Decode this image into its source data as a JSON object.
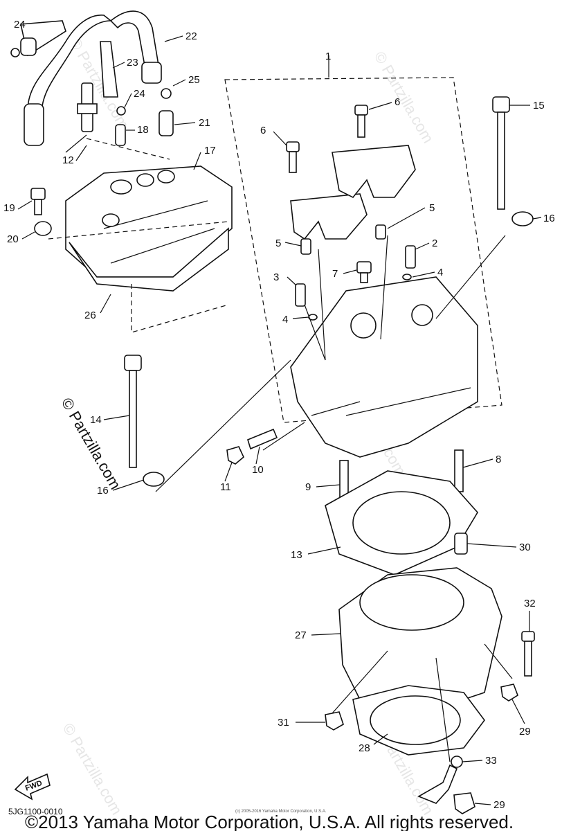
{
  "callouts": [
    {
      "id": "c1",
      "text": "1"
    },
    {
      "id": "c2",
      "text": "2"
    },
    {
      "id": "c3",
      "text": "3"
    },
    {
      "id": "c4a",
      "text": "4"
    },
    {
      "id": "c4b",
      "text": "4"
    },
    {
      "id": "c5a",
      "text": "5"
    },
    {
      "id": "c5b",
      "text": "5"
    },
    {
      "id": "c6a",
      "text": "6"
    },
    {
      "id": "c6b",
      "text": "6"
    },
    {
      "id": "c7",
      "text": "7"
    },
    {
      "id": "c8",
      "text": "8"
    },
    {
      "id": "c9",
      "text": "9"
    },
    {
      "id": "c10",
      "text": "10"
    },
    {
      "id": "c11",
      "text": "11"
    },
    {
      "id": "c12",
      "text": "12"
    },
    {
      "id": "c13",
      "text": "13"
    },
    {
      "id": "c14",
      "text": "14"
    },
    {
      "id": "c15",
      "text": "15"
    },
    {
      "id": "c16a",
      "text": "16"
    },
    {
      "id": "c16b",
      "text": "16"
    },
    {
      "id": "c17",
      "text": "17"
    },
    {
      "id": "c18",
      "text": "18"
    },
    {
      "id": "c19",
      "text": "19"
    },
    {
      "id": "c20",
      "text": "20"
    },
    {
      "id": "c21",
      "text": "21"
    },
    {
      "id": "c22",
      "text": "22"
    },
    {
      "id": "c23",
      "text": "23"
    },
    {
      "id": "c24a",
      "text": "24"
    },
    {
      "id": "c24b",
      "text": "24"
    },
    {
      "id": "c25",
      "text": "25"
    },
    {
      "id": "c26",
      "text": "26"
    },
    {
      "id": "c27",
      "text": "27"
    },
    {
      "id": "c28",
      "text": "28"
    },
    {
      "id": "c29a",
      "text": "29"
    },
    {
      "id": "c29b",
      "text": "29"
    },
    {
      "id": "c30",
      "text": "30"
    },
    {
      "id": "c31",
      "text": "31"
    },
    {
      "id": "c32",
      "text": "32"
    },
    {
      "id": "c33",
      "text": "33"
    }
  ],
  "figure_code": "5JG1100-0010",
  "fwd_label": "FWD",
  "copyright": "©2013 Yamaha Motor Corporation, U.S.A. All rights reserved.",
  "fine_print": "(c) 2005-2016 Yamaha Motor Corporation, U.S.A.",
  "watermark_side": "© Partzilla.com",
  "watermark_main": "© Partzilla.com"
}
